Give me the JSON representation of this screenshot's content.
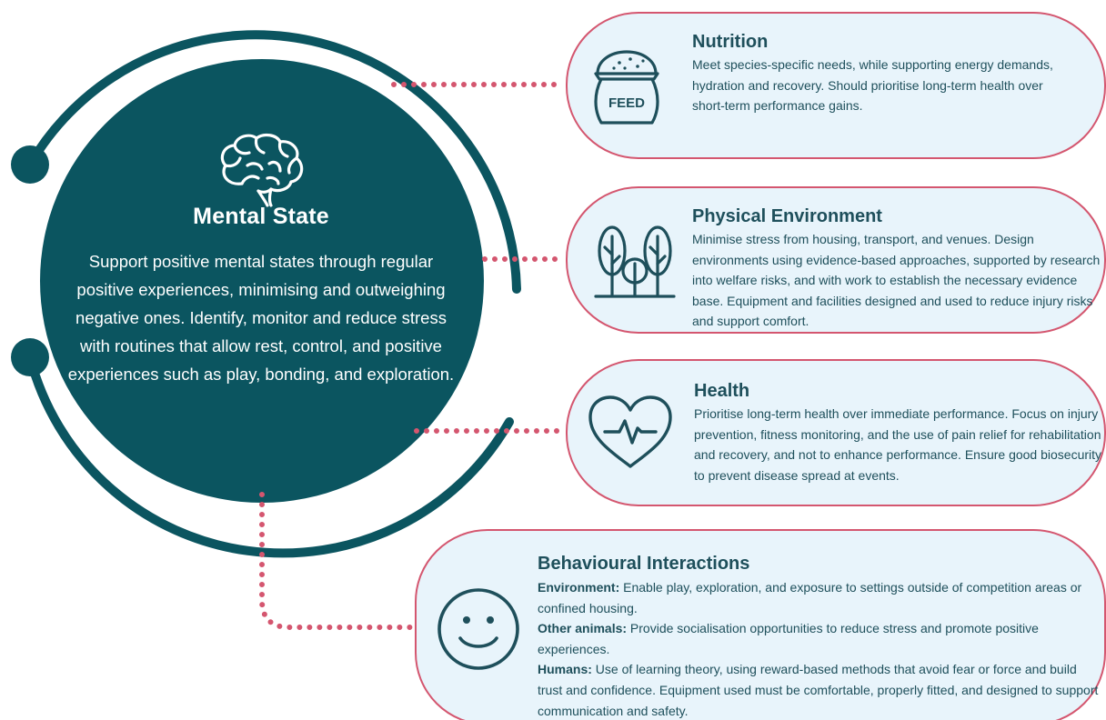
{
  "colors": {
    "teal_dark": "#0b5560",
    "connector_pink": "#d4566f",
    "card_fill": "#e8f4fb",
    "text_teal": "#1e4f5b"
  },
  "center": {
    "icon": "brain-icon",
    "title": "Mental State",
    "description": "Support positive mental states through regular positive experiences, minimising and outweighing negative ones. Identify, monitor and reduce stress with routines that allow rest, control, and positive experiences such as play, bonding, and exploration."
  },
  "cards": {
    "nutrition": {
      "icon": "feed-bag-icon",
      "icon_label": "FEED",
      "title": "Nutrition",
      "text": "Meet species-specific needs, while supporting energy demands, hydration and recovery. Should prioritise long-term health over short-term performance gains."
    },
    "physical_environment": {
      "icon": "trees-icon",
      "title": "Physical Environment",
      "text": "Minimise stress from housing, transport, and venues. Design environments using evidence-based approaches, supported by research into welfare risks, and with work to establish the necessary evidence base. Equipment and facilities designed and used to reduce injury risks and support comfort."
    },
    "health": {
      "icon": "heart-pulse-icon",
      "title": "Health",
      "text": "Prioritise long-term health over immediate performance. Focus on injury prevention, fitness monitoring, and the use of pain relief for rehabilitation and recovery, and not to enhance performance. Ensure good biosecurity to prevent disease spread at events."
    },
    "behavioural": {
      "icon": "smiley-face-icon",
      "title": "Behavioural Interactions",
      "items": [
        {
          "label": "Environment:",
          "text": "Enable play, exploration, and exposure to settings outside of competition areas or confined housing."
        },
        {
          "label": "Other animals:",
          "text": "Provide socialisation opportunities to reduce stress and promote positive experiences."
        },
        {
          "label": "Humans:",
          "text": "Use of learning theory, using reward-based methods that avoid fear or force and build trust and confidence. Equipment used must be comfortable, properly fitted, and designed to support communication and safety."
        }
      ]
    }
  }
}
